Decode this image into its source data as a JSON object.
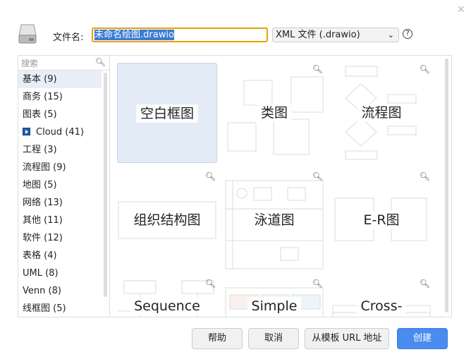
{
  "dialog": {
    "close_icon": "close-icon",
    "filename_label": "文件名:",
    "filename_selected": "未命名绘图",
    "filename_ext": ".drawio",
    "filetype": "XML 文件 (.drawio)",
    "help_icon": "?"
  },
  "sidebar": {
    "search_placeholder": "搜索",
    "items": [
      {
        "label": "基本 (9)"
      },
      {
        "label": "商务 (15)"
      },
      {
        "label": "图表 (5)"
      },
      {
        "label": "Cloud (41)"
      },
      {
        "label": "工程 (3)"
      },
      {
        "label": "流程图 (9)"
      },
      {
        "label": "地图 (5)"
      },
      {
        "label": "网络 (13)"
      },
      {
        "label": "其他 (11)"
      },
      {
        "label": "软件 (12)"
      },
      {
        "label": "表格 (4)"
      },
      {
        "label": "UML (8)"
      },
      {
        "label": "Venn (8)"
      },
      {
        "label": "线框图 (5)"
      }
    ]
  },
  "templates": [
    {
      "label": "空白框图"
    },
    {
      "label": "类图"
    },
    {
      "label": "流程图"
    },
    {
      "label": "组织结构图"
    },
    {
      "label": "泳道图"
    },
    {
      "label": "E-R图"
    },
    {
      "label": "Sequence"
    },
    {
      "label": "Simple"
    },
    {
      "label": "Cross-"
    }
  ],
  "buttons": {
    "help": "帮助",
    "cancel": "取消",
    "from_url": "从模板 URL 地址",
    "create": "创建"
  },
  "colors": {
    "accent": "#4a8bee",
    "input_focus": "#e8a200",
    "selected_tile": "#e3ebf6"
  }
}
